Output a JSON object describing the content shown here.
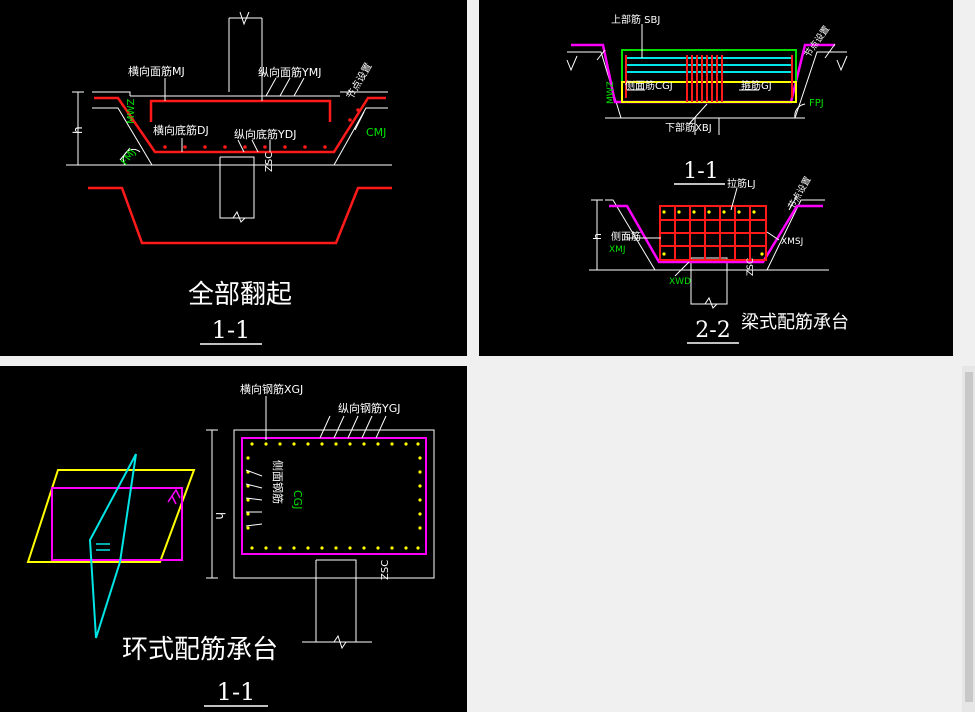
{
  "panel_a": {
    "label_hx_mj": "横向面筋MJ",
    "label_zx_mj": "纵向面筋YMJ",
    "label_hx_dj": "横向底筋DJ",
    "label_zx_dj": "纵向底筋YDJ",
    "label_cmj": "CMJ",
    "label_fmj": "FMJ",
    "label_mwz": "MWZ",
    "label_h": "h",
    "label_zsc": "ZSC",
    "label_jiefang": "节点设置",
    "title": "全部翻起",
    "section": "1-1"
  },
  "panel_b": {
    "label_sbj": "上部筋 SBJ",
    "label_cmj": "侧面筋CGJ",
    "label_gj": "箍筋GJ",
    "label_xbj": "下部筋XBJ",
    "label_fpj": "FPJ",
    "label_wz": "MWZ",
    "label_jiefang": "节点设置",
    "section_1": "1-1",
    "label_lj": "拉筋LJ",
    "label_cmj2": "侧面筋",
    "label_xmj": "XMJ",
    "label_xwd": "XWD",
    "label_xmsj": "XMSJ",
    "label_zsc": "ZSC",
    "label_h": "h",
    "label_jiefang2": "节点设置",
    "section_2": "2-2",
    "title": "梁式配筋承台"
  },
  "panel_c": {
    "label_hx": "横向钢筋XGJ",
    "label_zx": "纵向钢筋YGJ",
    "label_cm": "侧面钢筋",
    "label_cgj": "CGJ",
    "label_h": "h",
    "label_zsc": "ZSC",
    "title": "环式配筋承台",
    "section": "1-1"
  },
  "colors": {
    "red": "#ff1a1a",
    "white": "#ffffff",
    "green": "#00e000",
    "cyan": "#00e5e5",
    "magenta": "#ff00ff",
    "yellow": "#ffff00"
  }
}
